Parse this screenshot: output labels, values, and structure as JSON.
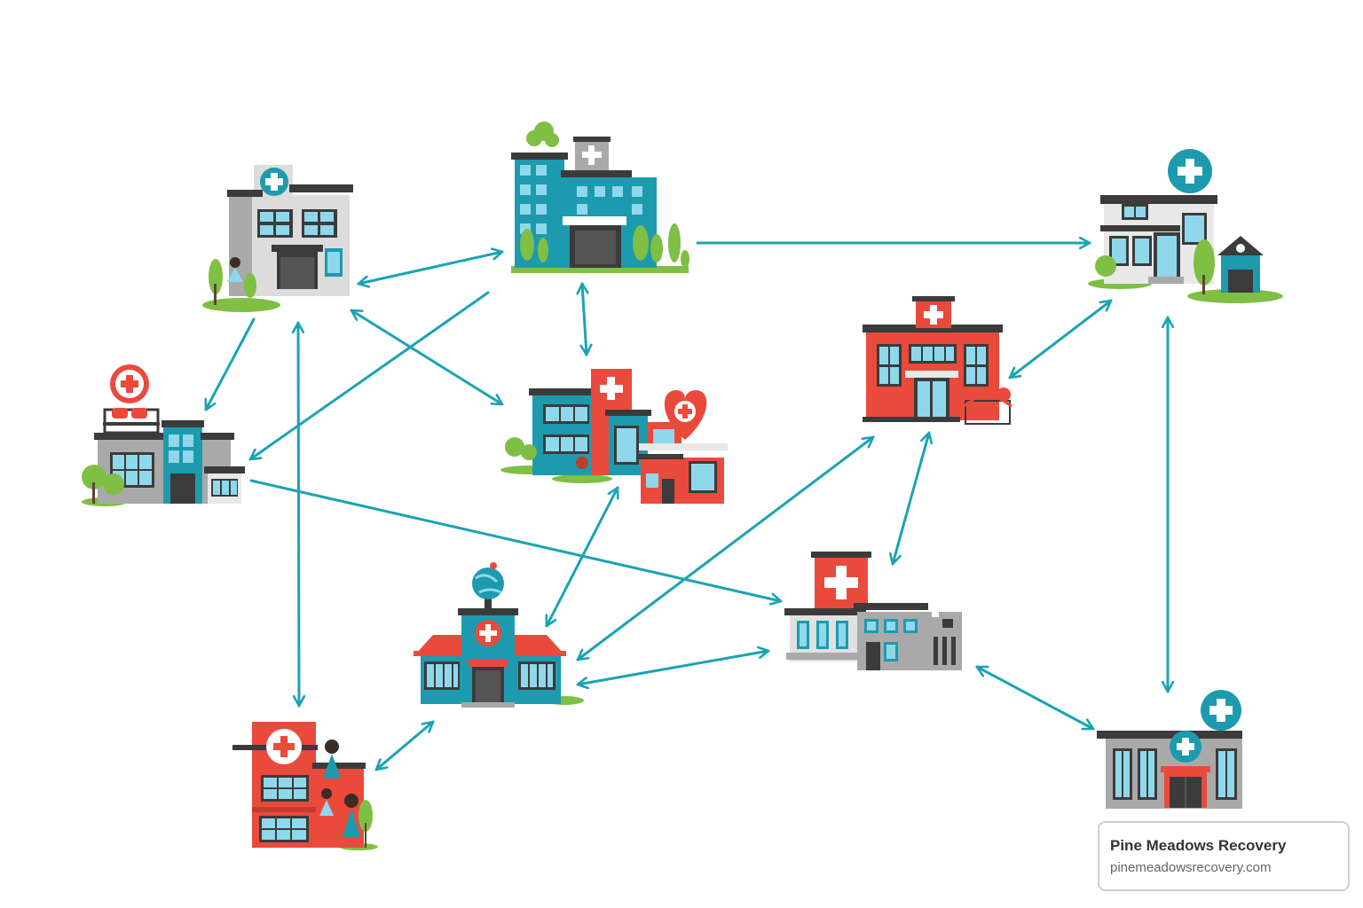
{
  "colors": {
    "arrow": "#1aa3b3",
    "teal": "#1e9aae",
    "red": "#ea4a3c",
    "gray": "#a9a9aa",
    "dark": "#3b3b3b",
    "window": "#8fd8ec",
    "green": "#7ebf44"
  },
  "nodes": [
    {
      "id": "hospital-top-left",
      "icon": "gray-hospital-icon"
    },
    {
      "id": "hospital-top-center",
      "icon": "teal-hospital-icon"
    },
    {
      "id": "hospital-top-right",
      "icon": "white-hospital-icon"
    },
    {
      "id": "hospital-mid-left",
      "icon": "gray-hospital-icon"
    },
    {
      "id": "hospital-center",
      "icon": "heart-hospital-icon"
    },
    {
      "id": "hospital-right-red",
      "icon": "red-hospital-icon"
    },
    {
      "id": "hospital-bottom-center",
      "icon": "globe-hospital-icon"
    },
    {
      "id": "hospital-bottom-right-gray",
      "icon": "gray-hospital-icon"
    },
    {
      "id": "hospital-bottom-left",
      "icon": "red-hospital-icon"
    },
    {
      "id": "hospital-bottom-right",
      "icon": "gray-hospital-icon"
    }
  ],
  "brand": {
    "name": "Pine Meadows Recovery",
    "url": "pinemeadowsrecovery.com"
  }
}
